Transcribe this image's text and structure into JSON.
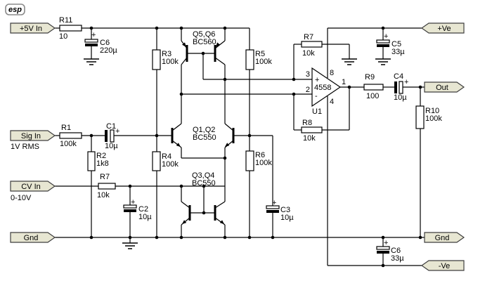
{
  "logo": {
    "text": "esp"
  },
  "symbols": {
    "plus": "+"
  },
  "tags": {
    "p5v": {
      "label": "+5V In"
    },
    "sig": {
      "label": "Sig In",
      "sub": "1V RMS"
    },
    "cv": {
      "label": "CV In",
      "sub": "0-10V"
    },
    "gnd_l": {
      "label": "Gnd"
    },
    "pve": {
      "label": "+Ve"
    },
    "out": {
      "label": "Out"
    },
    "gnd_r": {
      "label": "Gnd"
    },
    "nve": {
      "label": "-Ve"
    }
  },
  "resistors": {
    "r11": {
      "ref": "R11",
      "value": "10"
    },
    "r1": {
      "ref": "R1",
      "value": "100k"
    },
    "r2": {
      "ref": "R2",
      "value": "1k8"
    },
    "r3": {
      "ref": "R3",
      "value": "100k"
    },
    "r4": {
      "ref": "R4",
      "value": "100k"
    },
    "r5": {
      "ref": "R5",
      "value": "100k"
    },
    "r6": {
      "ref": "R6",
      "value": "100k"
    },
    "r7cv": {
      "ref": "R7",
      "value": "10k"
    },
    "r7op": {
      "ref": "R7",
      "value": "10k"
    },
    "r8": {
      "ref": "R8",
      "value": "10k"
    },
    "r9": {
      "ref": "R9",
      "value": "100"
    },
    "r10": {
      "ref": "R10",
      "value": "100k"
    }
  },
  "capacitors": {
    "c6a": {
      "ref": "C6",
      "value": "220µ"
    },
    "c1": {
      "ref": "C1",
      "value": "10µ"
    },
    "c2": {
      "ref": "C2",
      "value": "10µ"
    },
    "c3": {
      "ref": "C3",
      "value": "10µ"
    },
    "c4": {
      "ref": "C4",
      "value": "10µ"
    },
    "c5": {
      "ref": "C5",
      "value": "33µ"
    },
    "c6b": {
      "ref": "C6",
      "value": "33µ"
    }
  },
  "transistors": {
    "q56": {
      "ref": "Q5,Q6",
      "part": "BC560"
    },
    "q12": {
      "ref": "Q1,Q2",
      "part": "BC550"
    },
    "q34": {
      "ref": "Q3,Q4",
      "part": "BC550"
    }
  },
  "opamp": {
    "ref": "U1",
    "part": "4558",
    "plus": "+",
    "minus": "-",
    "pin1": "1",
    "pin2": "2",
    "pin3": "3",
    "pin4": "4",
    "pin8": "8"
  },
  "colors": {
    "tag_fill": "#e7e6d2",
    "tag_border": "#3f3f3f",
    "wire": "#000000"
  }
}
